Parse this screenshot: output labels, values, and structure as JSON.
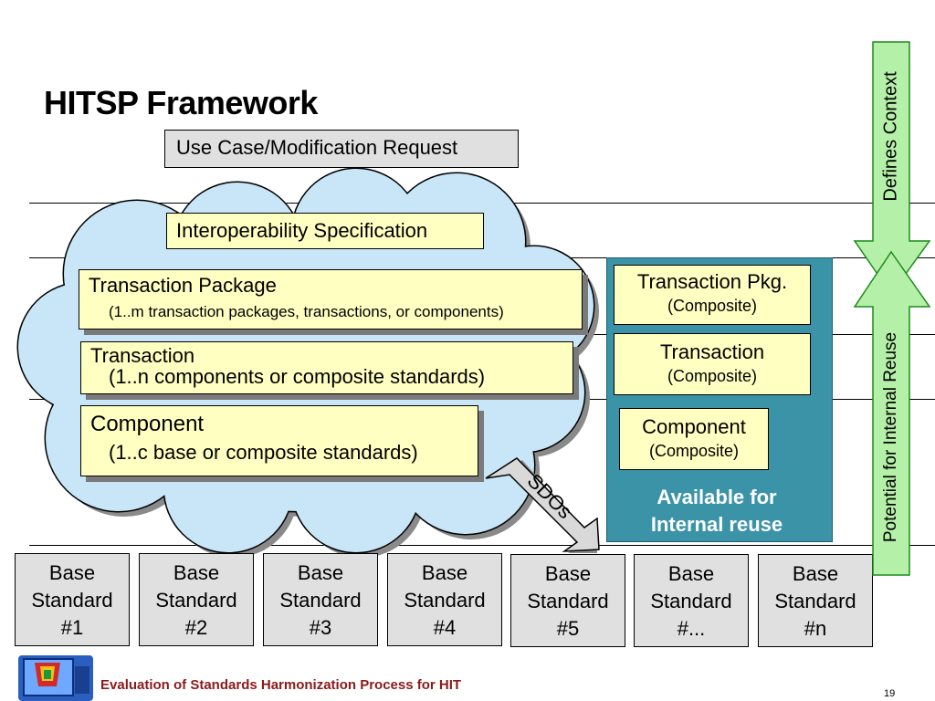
{
  "slide": {
    "title": "HITSP Framework",
    "use_case": "Use Case/Modification Request",
    "interop_spec": "Interoperability Specification",
    "transaction_package": {
      "label": "Transaction Package",
      "detail": "(1..m transaction packages, transactions, or components)"
    },
    "transaction": {
      "label": "Transaction",
      "detail": "(1..n components or composite standards)"
    },
    "component": {
      "label": "Component",
      "detail": "(1..c base or composite standards)"
    },
    "composite_panel": {
      "tx_pkg": {
        "label": "Transaction Pkg.",
        "detail": "(Composite)"
      },
      "transaction": {
        "label": "Transaction",
        "detail": "(Composite)"
      },
      "component": {
        "label": "Component",
        "detail": "(Composite)"
      },
      "available_line1": "Available for",
      "available_line2": "Internal reuse"
    },
    "sdos_label": "SDOs",
    "defines_context": "Defines Context",
    "potential_reuse": "Potential for Internal Reuse",
    "base_standards": [
      {
        "line1": "Base",
        "line2": "Standard",
        "line3": "#1"
      },
      {
        "line1": "Base",
        "line2": "Standard",
        "line3": "#2"
      },
      {
        "line1": "Base",
        "line2": "Standard",
        "line3": "#3"
      },
      {
        "line1": "Base",
        "line2": "Standard",
        "line3": "#4"
      },
      {
        "line1": "Base",
        "line2": "Standard",
        "line3": "#5"
      },
      {
        "line1": "Base",
        "line2": "Standard",
        "line3": "#..."
      },
      {
        "line1": "Base",
        "line2": "Standard",
        "line3": "#n"
      }
    ],
    "footer": "Evaluation of Standards Harmonization Process for HIT",
    "page_number": "19",
    "colors": {
      "cloud_fill": "#c8e6f8",
      "yellow_box": "#ffffc2",
      "panel_teal": "#3b93a8",
      "arrow_green": "#b5f0a8",
      "footer_red": "#8b1a1a"
    }
  }
}
